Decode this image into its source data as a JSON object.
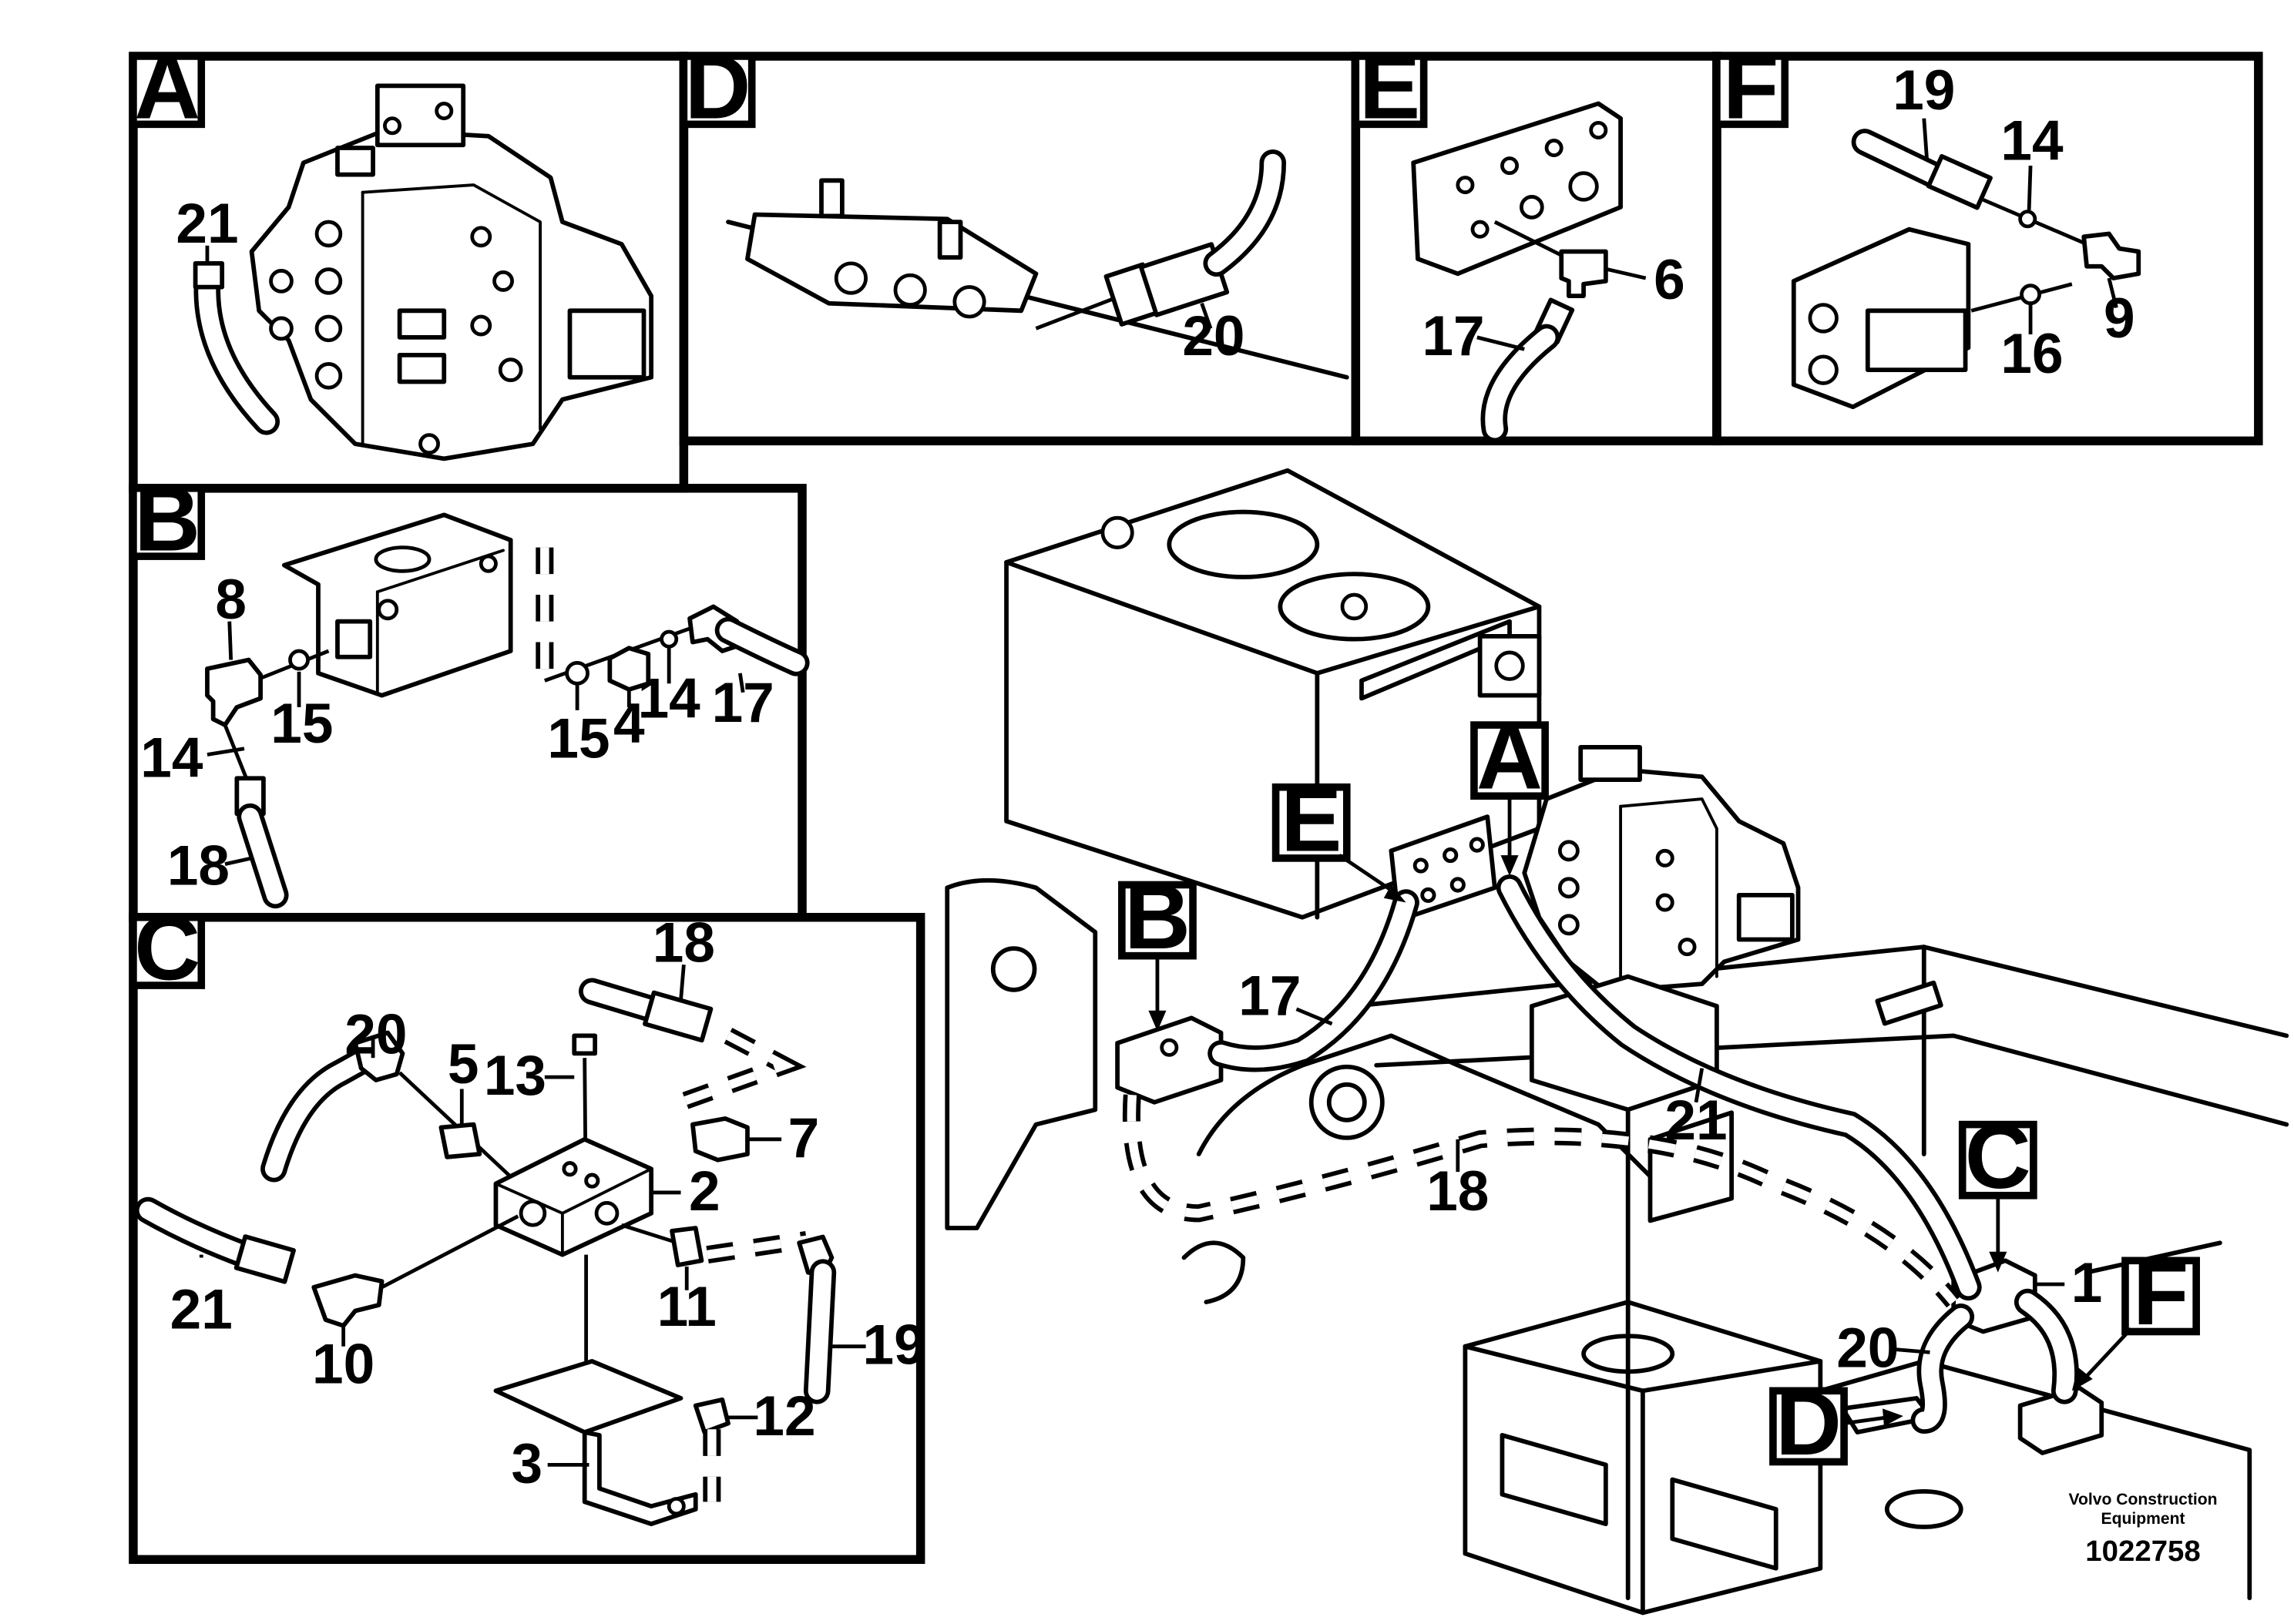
{
  "panels": {
    "A": "A",
    "B": "B",
    "C": "C",
    "D": "D",
    "E": "E",
    "F": "F"
  },
  "callouts": {
    "A": "A",
    "B": "B",
    "C": "C",
    "D": "D",
    "E": "E",
    "F": "F"
  },
  "parts": {
    "A_21": "21",
    "B_8": "8",
    "B_15a": "15",
    "B_14a": "14",
    "B_18": "18",
    "B_15b": "15",
    "B_4": "4",
    "B_14b": "14",
    "B_17": "17",
    "C_18": "18",
    "C_20": "20",
    "C_5": "5",
    "C_13": "13",
    "C_7": "7",
    "C_2": "2",
    "C_21": "21",
    "C_10": "10",
    "C_11": "11",
    "C_19": "19",
    "C_12": "12",
    "C_3": "3",
    "D_20": "20",
    "E_6": "6",
    "E_17": "17",
    "F_19": "19",
    "F_14": "14",
    "F_16": "16",
    "F_9": "9",
    "M_17": "17",
    "M_21": "21",
    "M_18": "18",
    "M_1": "1",
    "M_20": "20"
  },
  "footer": {
    "company_line1": "Volvo Construction",
    "company_line2": "Equipment",
    "drawing_number": "1022758"
  }
}
